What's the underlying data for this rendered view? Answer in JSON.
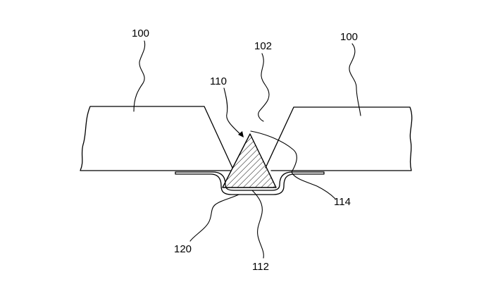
{
  "figure": {
    "labels": {
      "plate_left": "100",
      "plate_right": "100",
      "groove": "102",
      "insert": "110",
      "insert_bottom": "112",
      "insert_side": "114",
      "backing_strip": "120"
    },
    "colors": {
      "line": "#000000",
      "background": "#ffffff"
    }
  }
}
